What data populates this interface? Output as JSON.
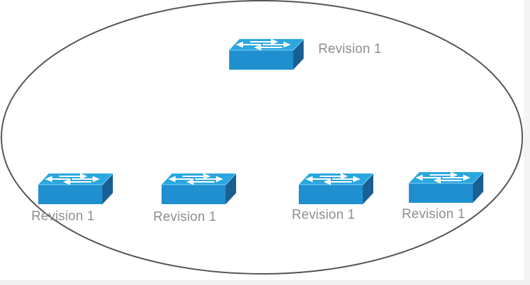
{
  "diagram": {
    "switches": [
      {
        "id": "switch-top",
        "label": "Revision 1"
      },
      {
        "id": "switch-1",
        "label": "Revision 1"
      },
      {
        "id": "switch-2",
        "label": "Revision 1"
      },
      {
        "id": "switch-3",
        "label": "Revision 1"
      },
      {
        "id": "switch-4",
        "label": "Revision 1"
      }
    ],
    "colors": {
      "switch_top_face": "#2aa6e0",
      "switch_front": "#1f8fcf",
      "switch_side": "#1a5f93",
      "arrow": "#ffffff",
      "ellipse_stroke": "#555555",
      "label_text": "#8e8e8e"
    },
    "icon": "network-switch-icon"
  }
}
